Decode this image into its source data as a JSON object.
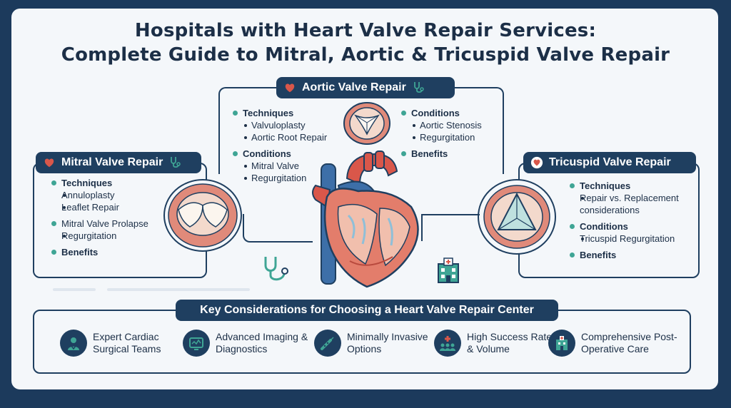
{
  "title": {
    "line1": "Hospitals with Heart Valve Repair Services:",
    "line2": "Complete Guide to Mitral, Aortic & Tricuspid Valve Repair"
  },
  "aortic": {
    "label": "Aortic Valve Repair",
    "left": {
      "techniques": "Techniques",
      "tech_items": [
        "Valvuloplasty",
        "Aortic Root Repair"
      ],
      "conditions": "Conditions",
      "cond_items": [
        "Mitral Valve",
        "Regurgitation"
      ]
    },
    "right": {
      "conditions": "Conditions",
      "cond_items": [
        "Aortic Stenosis",
        "Regurgitation"
      ],
      "benefits": "Benefits"
    }
  },
  "mitral": {
    "label": "Mitral Valve Repair",
    "techniques": "Techniques",
    "tech_items": [
      "Annuloplasty",
      "Leaflet Repair"
    ],
    "cond_items": [
      "Mitral Valve Prolapse",
      "Regurgitation"
    ],
    "benefits": "Benefits"
  },
  "tricuspid": {
    "label": "Tricuspid Valve Repair",
    "techniques": "Techniques",
    "tech_items": [
      "Repair vs. Replacement considerations"
    ],
    "conditions": "Conditions",
    "cond_items": [
      "Tricuspid Regurgitation"
    ],
    "benefits": "Benefits"
  },
  "considerations": {
    "title": "Key Considerations for Choosing a Heart Valve Repair Center",
    "items": [
      {
        "label": "Expert Cardiac Surgical Teams",
        "icon": "surgeon-icon"
      },
      {
        "label": "Advanced Imaging & Diagnostics",
        "icon": "imaging-icon"
      },
      {
        "label": "Minimally Invasive Options",
        "icon": "catheter-icon"
      },
      {
        "label": "High Success Rates & Volume",
        "icon": "team-cross-icon"
      },
      {
        "label": "Comprehensive Post-Operative Care",
        "icon": "hospital-icon"
      }
    ]
  },
  "colors": {
    "navy": "#1f3f60",
    "teal": "#3fa595",
    "heart_red": "#d9574a",
    "vessel_blue": "#3d6fa8",
    "background": "#f4f7fa"
  }
}
